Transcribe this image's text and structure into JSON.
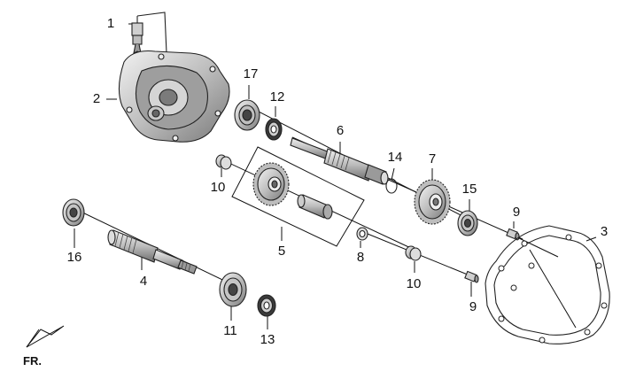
{
  "diagram": {
    "callouts": [
      {
        "id": "c1",
        "text": "1"
      },
      {
        "id": "c2",
        "text": "2"
      },
      {
        "id": "c3",
        "text": "3"
      },
      {
        "id": "c4",
        "text": "4"
      },
      {
        "id": "c5",
        "text": "5"
      },
      {
        "id": "c6",
        "text": "6"
      },
      {
        "id": "c7",
        "text": "7"
      },
      {
        "id": "c8",
        "text": "8"
      },
      {
        "id": "c9a",
        "text": "9"
      },
      {
        "id": "c9b",
        "text": "9"
      },
      {
        "id": "c10a",
        "text": "10"
      },
      {
        "id": "c10b",
        "text": "10"
      },
      {
        "id": "c11",
        "text": "11"
      },
      {
        "id": "c12",
        "text": "12"
      },
      {
        "id": "c13",
        "text": "13"
      },
      {
        "id": "c14",
        "text": "14"
      },
      {
        "id": "c15",
        "text": "15"
      },
      {
        "id": "c16",
        "text": "16"
      },
      {
        "id": "c17",
        "text": "17"
      }
    ],
    "direction_label": "FR.",
    "colors": {
      "ink": "#111111",
      "part_fill": "#d9d9d9",
      "part_dark": "#8a8a8a",
      "background": "#ffffff"
    }
  }
}
